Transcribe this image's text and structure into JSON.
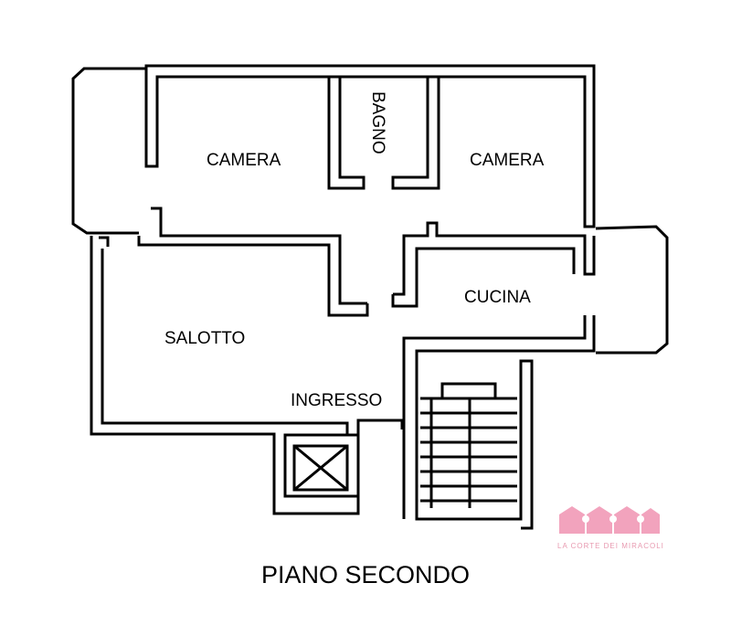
{
  "rooms": {
    "camera_left": "CAMERA",
    "bagno": "BAGNO",
    "camera_right": "CAMERA",
    "cucina": "CUCINA",
    "salotto": "SALOTTO",
    "ingresso": "INGRESSO"
  },
  "logo": {
    "text": "LA CORTE DEI MIRACOLI",
    "color": "#f2a3bd"
  },
  "floor_title": "PIANO SECONDO",
  "colors": {
    "wall": "#000000",
    "background": "#ffffff"
  }
}
